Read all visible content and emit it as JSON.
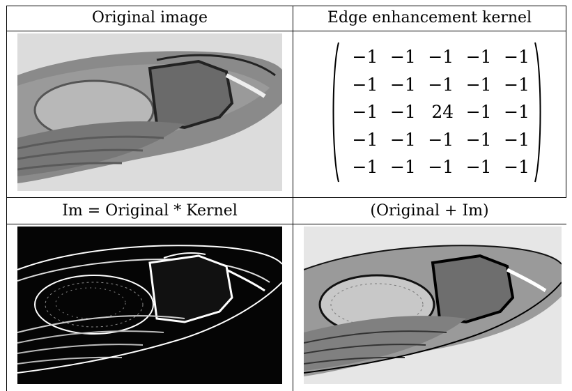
{
  "headers": {
    "original": "Original image",
    "kernel": "Edge enhancement kernel",
    "im": "Im = Original * Kernel",
    "sum": "(Original  +  Im)"
  },
  "kernel_matrix": [
    [
      "−1",
      "−1",
      "−1",
      "−1",
      "−1"
    ],
    [
      "−1",
      "−1",
      "−1",
      "−1",
      "−1"
    ],
    [
      "−1",
      "−1",
      "24",
      "−1",
      "−1"
    ],
    [
      "−1",
      "−1",
      "−1",
      "−1",
      "−1"
    ],
    [
      "−1",
      "−1",
      "−1",
      "−1",
      "−1"
    ]
  ]
}
